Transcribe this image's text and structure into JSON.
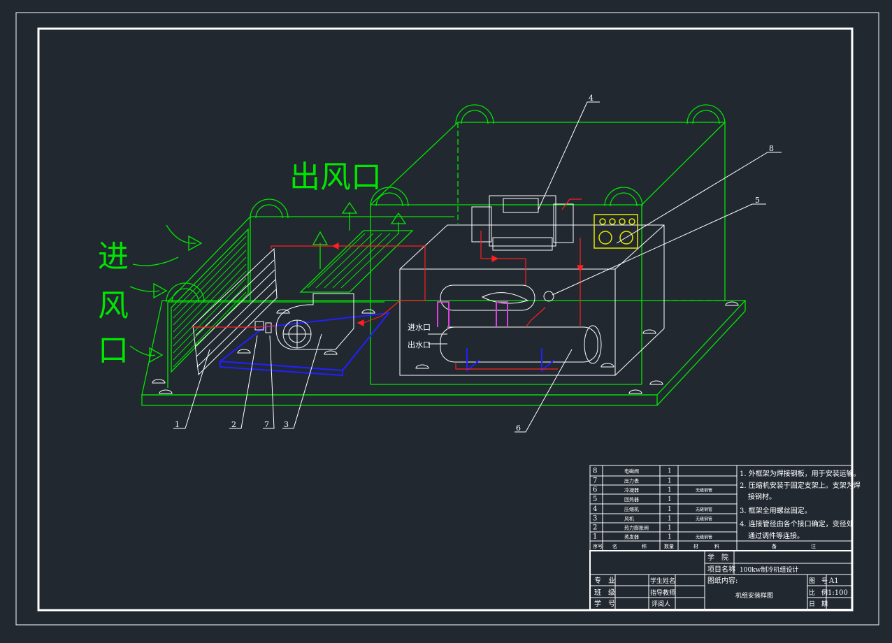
{
  "labels": {
    "inlet": [
      "进",
      "风",
      "口"
    ],
    "outlet": "出风口",
    "water_in": "进水口",
    "water_out": "出水口"
  },
  "callouts": [
    "1",
    "2",
    "7",
    "3",
    "4",
    "8",
    "5",
    "6"
  ],
  "bom": {
    "rows": [
      {
        "no": "8",
        "name": "电磁阀",
        "qty": "1",
        "material": ""
      },
      {
        "no": "7",
        "name": "压力表",
        "qty": "1",
        "material": ""
      },
      {
        "no": "6",
        "name": "冷凝器",
        "qty": "1",
        "material": "无缝钢管"
      },
      {
        "no": "5",
        "name": "回热器",
        "qty": "1",
        "material": ""
      },
      {
        "no": "4",
        "name": "压缩机",
        "qty": "1",
        "material": "无缝钢管"
      },
      {
        "no": "3",
        "name": "风机",
        "qty": "1",
        "material": "无缝钢管"
      },
      {
        "no": "2",
        "name": "热力膨胀阀",
        "qty": "1",
        "material": ""
      },
      {
        "no": "1",
        "name": "蒸发器",
        "qty": "1",
        "material": "无缝钢管"
      }
    ],
    "header": [
      "序号",
      "名",
      "称",
      "数量",
      "材",
      "料",
      "备",
      "注"
    ]
  },
  "notes": [
    "1. 外框架为焊接钢板，用于安装运输。",
    "2. 压缩机安装于固定支架上。支架为焊",
    "接钢材。",
    "3. 框架全用螺丝固定。",
    "4. 连接管径由各个接口确定，变径处",
    "通过调件等连接。"
  ],
  "title_block": {
    "school_label": "学　院",
    "project_label": "项目名称",
    "project_value": "100kw制冷机组设计",
    "content_label": "图纸内容:",
    "content_value": "机组安装样图",
    "major_label": "专　业",
    "class_label": "班　级",
    "student_id_label": "学　号",
    "student_name_label": "学生姓名",
    "advisor_label": "指导教师",
    "reviewer_label": "评阅人",
    "drawing_no_label": "图　号",
    "drawing_no_value": "A1",
    "scale_label": "比　例",
    "scale_value": "1:100",
    "date_label": "日　期"
  },
  "colors": {
    "background": "#212830",
    "frame": "#ffffff",
    "structure": "#00e600",
    "pipe_red": "#ff2020",
    "blue": "#2020ff",
    "magenta": "#e040e0",
    "yellow": "#e8e800"
  }
}
